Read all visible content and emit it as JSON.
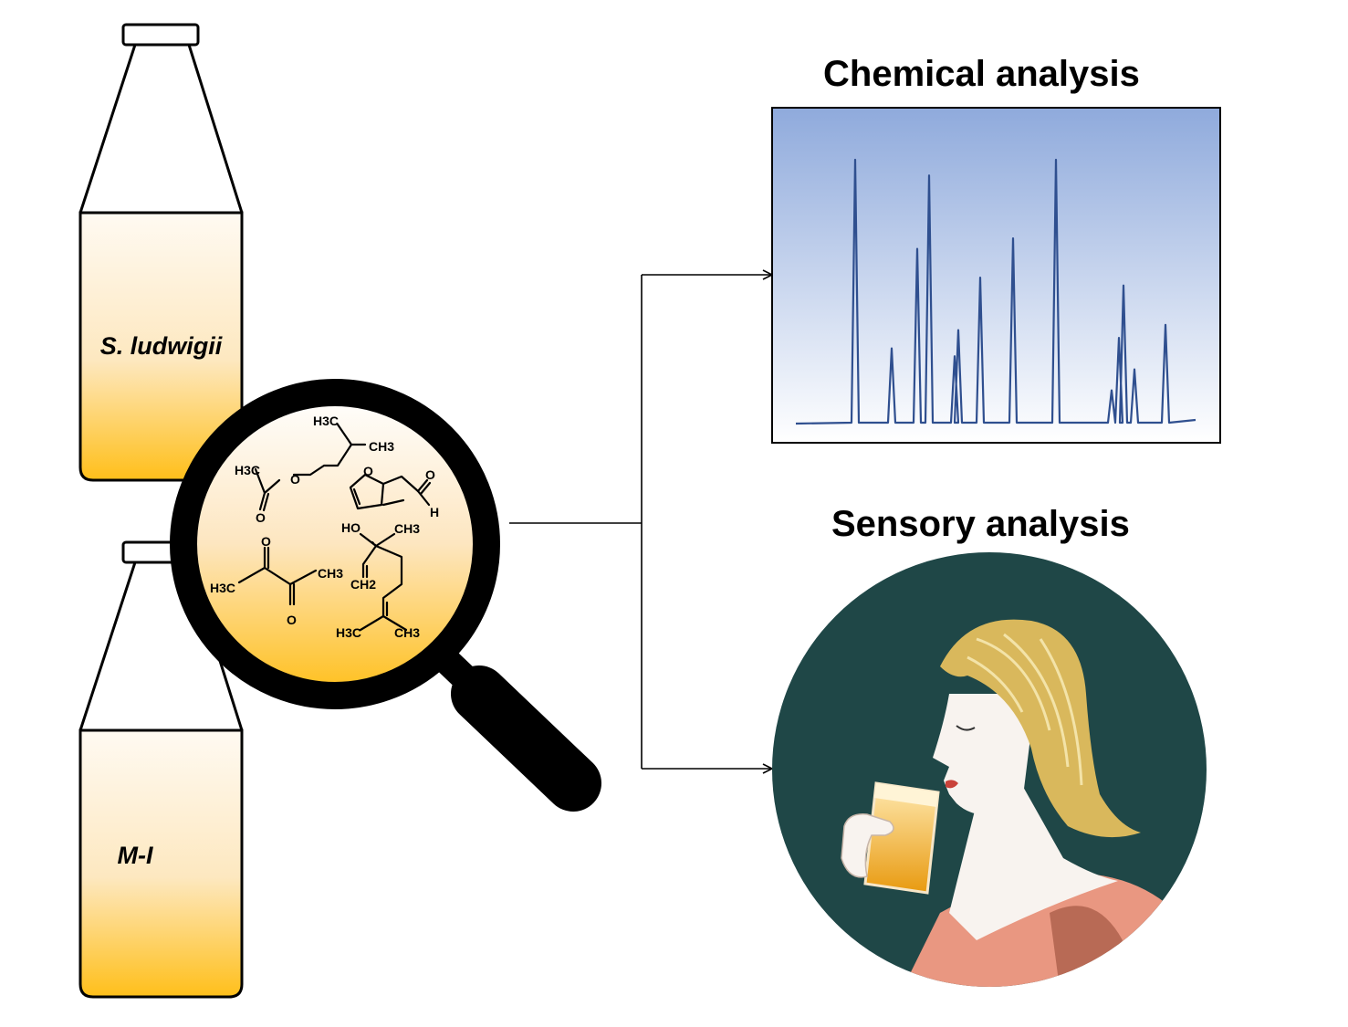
{
  "bottles": [
    {
      "label": "S. ludwigii"
    },
    {
      "label": "M-I"
    }
  ],
  "magnifier": {
    "molecules": {
      "isoamyl_acetate": [
        "H3C",
        "CH3",
        "H3C",
        "O",
        "O"
      ],
      "furfural": [
        "O",
        "O",
        "H"
      ],
      "diacetyl": [
        "H3C",
        "CH3",
        "O",
        "O"
      ],
      "linalool": [
        "HO",
        "CH3",
        "CH2",
        "H3C",
        "CH3"
      ]
    }
  },
  "chemical": {
    "title": "Chemical analysis",
    "peak_heights": [
      1.0,
      0.28,
      0.66,
      0.94,
      0.25,
      0.35,
      0.55,
      0.7,
      1.0,
      0.12,
      0.32,
      0.52,
      0.2,
      0.37
    ],
    "colors": {
      "top": "#8faadc",
      "bottom": "#ffffff",
      "line": "#2f4f8f"
    }
  },
  "sensory": {
    "title": "Sensory analysis",
    "colors": {
      "background": "#1f4747",
      "hair": "#d9b85c",
      "skin": "#f8f3ef",
      "shirt": "#e99781",
      "beer": "#f0a81c"
    }
  },
  "colors": {
    "liquid_top": "#fffaf2",
    "liquid_bottom": "#ffbf1a"
  }
}
